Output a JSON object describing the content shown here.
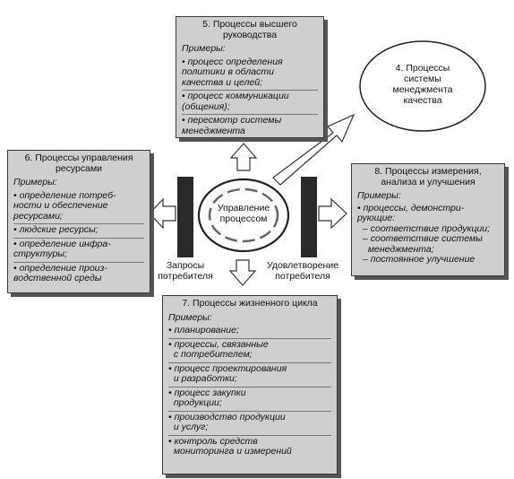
{
  "center": {
    "line1": "Управление",
    "line2": "процессом"
  },
  "oval": {
    "line1": "4. Процессы",
    "line2": "системы",
    "line3": "менеджмента",
    "line4": "качества"
  },
  "box5": {
    "title1": "5. Процессы высшего",
    "title2": "руководства",
    "examples_label": "Примеры:",
    "items": [
      [
        "• процесс определения",
        "политики в области",
        "качества и целей;"
      ],
      [
        "• процесс коммуникации",
        "(общения);"
      ],
      [
        "• пересмотр системы",
        "менеджмента"
      ]
    ]
  },
  "box6": {
    "title1": "6. Процессы управления",
    "title2": "ресурсами",
    "examples_label": "Примеры:",
    "items": [
      [
        "• определение потреб-",
        "ности и обеспечение",
        "ресурсами;"
      ],
      [
        "• людские ресурсы;"
      ],
      [
        "• определение инфра-",
        "структуры;"
      ],
      [
        "• определение произ-",
        "водственной среды"
      ]
    ]
  },
  "box8": {
    "title1": "8. Процессы измерения,",
    "title2": "анализа и улучшения",
    "examples_label": "Примеры:",
    "item_main1": "• процессы, демонстри-",
    "item_main2": "рующие:",
    "sub1": "– соответствие продукции;",
    "sub2a": "– соответствие системы",
    "sub2b": "менеджмента;",
    "sub3": "– постоянное улучшение"
  },
  "box7": {
    "title": "7. Процессы жизненного цикла",
    "examples_label": "Примеры:",
    "items": [
      [
        "• планирование;"
      ],
      [
        "• процессы, связанные",
        "с потребителем;"
      ],
      [
        "• процесс проектирования",
        "и разработки;"
      ],
      [
        "• процесс закупки",
        "продукции;"
      ],
      [
        "• производство продукции",
        "и услуг;"
      ],
      [
        "• контроль средств",
        "мониторинга и измерений"
      ]
    ]
  },
  "flow": {
    "requests1": "Запросы",
    "requests2": "потребителя",
    "satisfaction1": "Удовлетворение",
    "satisfaction2": "потребителя"
  }
}
